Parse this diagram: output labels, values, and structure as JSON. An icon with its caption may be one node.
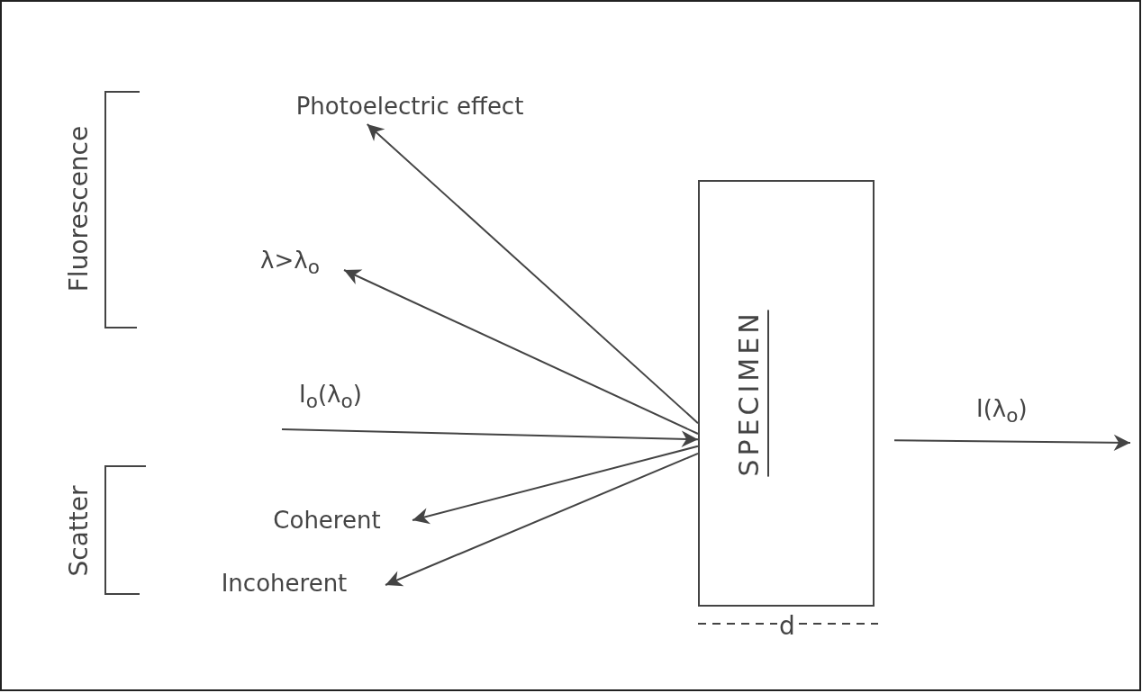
{
  "diagram": {
    "nodes": [
      {
        "text": [
          "SPECIMEN"
        ],
        "beside": [
          "d"
        ]
      },
      {
        "text": [
          "Photoelectric effect"
        ]
      },
      {
        "text": [
          "λ>λ$_{o}$"
        ]
      },
      {
        "text": [
          "Coherent"
        ]
      },
      {
        "text": [
          "Incoherent"
        ]
      }
    ],
    "edges": [
      {
        "from": 0,
        "to": 1,
        "arrow": "to"
      },
      {
        "from": 0,
        "to": 2,
        "arrow": "to"
      },
      {
        "from": null,
        "to": 0,
        "arrow": "to",
        "label": "I$_{o}$(λ$_{o}$)"
      },
      {
        "from": 0,
        "to": 3,
        "arrow": "to"
      },
      {
        "from": 0,
        "to": 4,
        "arrow": "to"
      },
      {
        "from": 0,
        "to": null,
        "arrow": "to",
        "label": "I(λ$_{o}$)"
      }
    ],
    "labels": [
      "Fluorescence",
      "Scatter"
    ]
  }
}
